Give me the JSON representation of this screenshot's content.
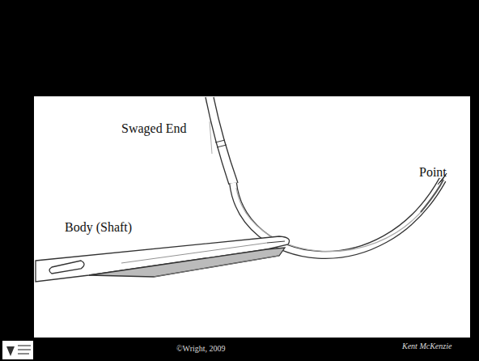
{
  "diagram": {
    "labels": [
      "Swaged End",
      "Point",
      "Body (Shaft)",
      "©Wright, 2009",
      "Kent McKenzie"
    ]
  }
}
